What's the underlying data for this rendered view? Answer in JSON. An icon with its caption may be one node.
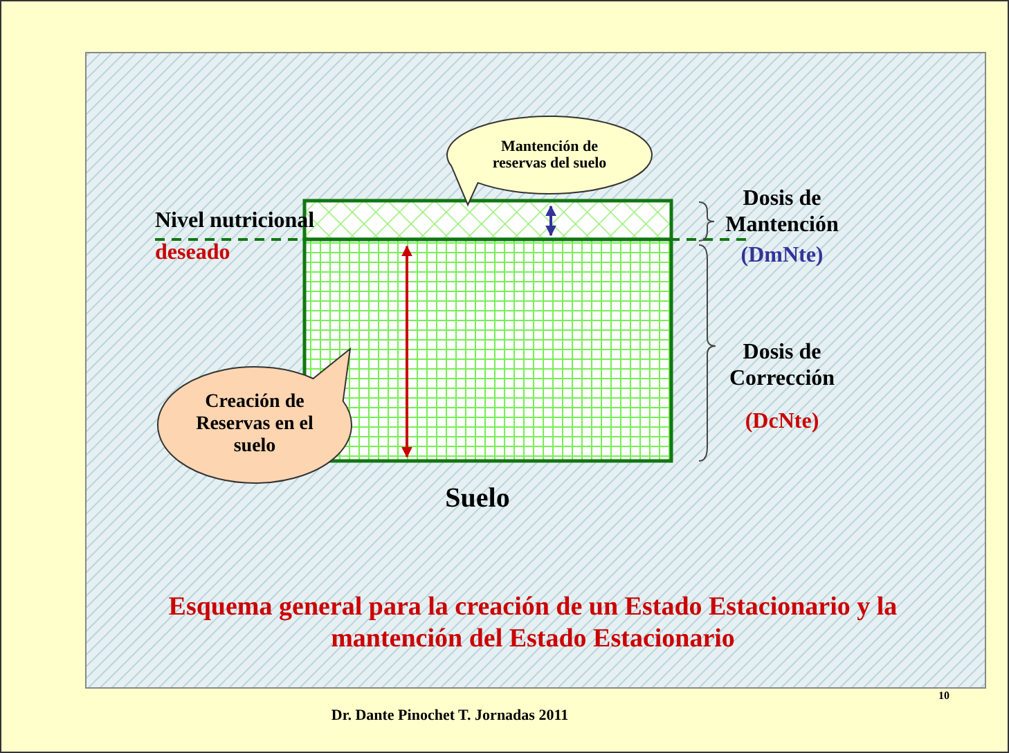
{
  "diagram": {
    "caption": "Esquema general para la creación de un Estado Estacionario y la mantención del Estado Estacionario",
    "nodes": [
      {
        "text": [
          "Mantención de reservas del suelo"
        ]
      },
      {
        "text": [
          "Creación de Reservas en el suelo"
        ]
      }
    ],
    "labels": [
      "Nivel nutricional",
      "deseado",
      "Dosis de Mantención",
      "(DmNte)",
      "Dosis de Corrección",
      "(DcNte)",
      "Suelo",
      "Dr. Dante Pinochet T. Jornadas 2011",
      "10"
    ]
  }
}
